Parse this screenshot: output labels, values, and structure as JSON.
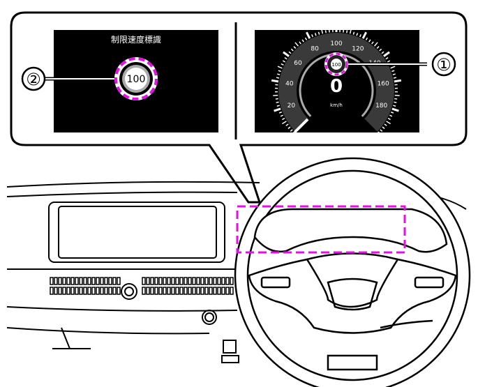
{
  "callout": {
    "left_panel": {
      "title": "制限速度標識",
      "sign_value": "100",
      "marker": "②"
    },
    "right_panel": {
      "sign_value": "100",
      "speed_value": "0",
      "unit": "km/h",
      "marker": "①",
      "gauge_labels": [
        "20",
        "40",
        "60",
        "80",
        "100",
        "120",
        "140",
        "160",
        "180"
      ],
      "gauge_range": [
        0,
        200
      ]
    }
  },
  "colors": {
    "highlight": "#e60fe6",
    "screen": "#000000",
    "gauge_band": "#3a3a3a"
  }
}
